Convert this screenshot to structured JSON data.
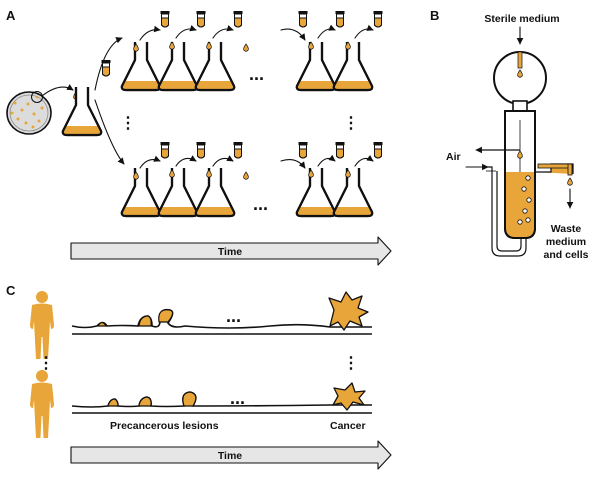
{
  "panel_a": {
    "label": "A",
    "time_label": "Time",
    "dots": "...",
    "vdots": "⋮"
  },
  "panel_b": {
    "label": "B",
    "sterile_medium": "Sterile medium",
    "air": "Air",
    "waste_line1": "Waste",
    "waste_line2": "medium",
    "waste_line3": "and cells"
  },
  "panel_c": {
    "label": "C",
    "precancerous": "Precancerous lesions",
    "cancer": "Cancer",
    "time_label": "Time",
    "dots": "...",
    "vdots": "⋮"
  },
  "colors": {
    "medium": "#E8A63A",
    "outline": "#111111",
    "arrow_fill": "#E6E6E6",
    "dish": "#DCDCDC",
    "person": "#E8A63A"
  },
  "icons": [
    "flask-icon",
    "test-tube-icon",
    "petri-dish-icon",
    "chemostat-icon",
    "person-icon",
    "tumor-icon",
    "time-arrow-icon"
  ]
}
